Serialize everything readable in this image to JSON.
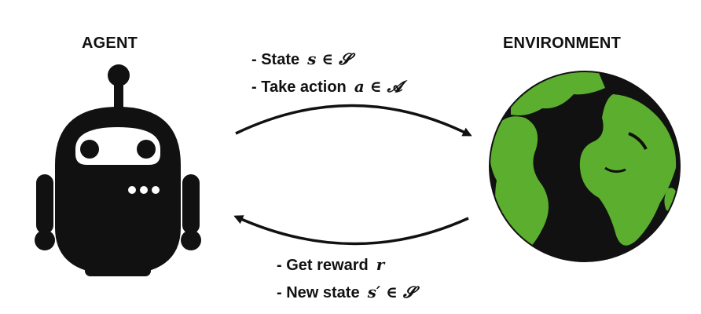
{
  "agent": {
    "title": "AGENT"
  },
  "environment": {
    "title": "ENVIRONMENT"
  },
  "top_caption": {
    "line1_text": "- State",
    "line1_math": "s ∈ 𝓢",
    "line2_text": "- Take action",
    "line2_math": "a ∈ 𝓐"
  },
  "bottom_caption": {
    "line1_text": "- Get reward",
    "line1_math": "r",
    "line2_text": "- New state",
    "line2_math": "s′ ∈ 𝓢"
  },
  "colors": {
    "ink": "#111111",
    "land": "#5cae2e",
    "ocean": "#111111"
  }
}
